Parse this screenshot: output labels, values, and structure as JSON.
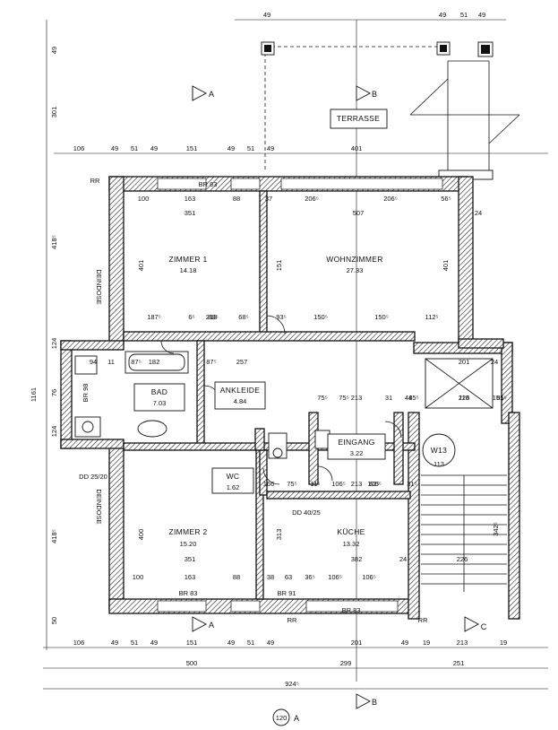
{
  "rooms": {
    "terrasse": {
      "name": "TERRASSE"
    },
    "zimmer1": {
      "name": "ZIMMER 1",
      "area": "14.18"
    },
    "wohnzimmer": {
      "name": "WOHNZIMMER",
      "area": "27.33"
    },
    "bad": {
      "name": "BAD",
      "area": "7.03"
    },
    "ankleide": {
      "name": "ANKLEIDE",
      "area": "4.84"
    },
    "wc": {
      "name": "WC",
      "area": "1.62"
    },
    "eingang": {
      "name": "EINGANG",
      "area": "3.22"
    },
    "zimmer2": {
      "name": "ZIMMER 2",
      "area": "15.20"
    },
    "kueche": {
      "name": "KÜCHE",
      "area": "13.32"
    },
    "w13": {
      "name": "W13",
      "area": "113"
    }
  },
  "labels": {
    "section_a": "A",
    "section_b": "B",
    "section_c": "C",
    "page_no": "120",
    "page_suffix": "A",
    "rr": "RR",
    "br83": "BR 83",
    "br91": "BR 91",
    "br98": "BR 98",
    "dd_2520": "DD 25/20",
    "dd_4025": "DD 40/25",
    "deindose_top": "DEINDOSE",
    "deindose_bottom": "DEINDOSE"
  },
  "dims": {
    "top_row": [
      "49",
      "49",
      "51",
      "49"
    ],
    "upper_row": [
      "106",
      "49",
      "51",
      "49",
      "151",
      "49",
      "51",
      "49",
      "401"
    ],
    "z1_top": [
      "100",
      "163",
      "88",
      "37",
      "206⁵",
      "206⁵",
      "56⁵"
    ],
    "z1_inner": [
      "351",
      "507",
      "24"
    ],
    "z1_side": [
      "401",
      "151",
      "401"
    ],
    "mid_row": [
      "187⁵",
      "6⁵",
      "88⁵",
      "68⁵",
      "93⁵",
      "150⁵",
      "150⁵",
      "112⁵",
      "213"
    ],
    "bad_row": [
      "94",
      "11",
      "87⁵",
      "182",
      "87⁵",
      "257",
      "201",
      "24"
    ],
    "entry_row": [
      "75⁵",
      "75⁵",
      "31",
      "44",
      "213",
      "85⁵",
      "118",
      "85⁵",
      "226",
      "151"
    ],
    "lower_mid": [
      "166",
      "75⁵",
      "11⁵",
      "213",
      "62⁵",
      "106⁵",
      "106⁵",
      "31⁵"
    ],
    "z2_side": [
      "400",
      "313",
      "342⁵"
    ],
    "z2_inner": [
      "351",
      "382",
      "24",
      "226"
    ],
    "z2_bottom": [
      "100",
      "163",
      "88",
      "38",
      "63",
      "36⁵",
      "106⁵",
      "106⁵"
    ],
    "bottom_row": [
      "106",
      "49",
      "51",
      "49",
      "151",
      "49",
      "51",
      "49",
      "201",
      "49",
      "19",
      "213",
      "19"
    ],
    "overall_row": [
      "500",
      "299",
      "251"
    ],
    "total": "924⁵",
    "left_col": [
      "49",
      "301",
      "418⁵",
      "124",
      "76",
      "124",
      "418⁵",
      "50"
    ],
    "left_total": "1161"
  }
}
